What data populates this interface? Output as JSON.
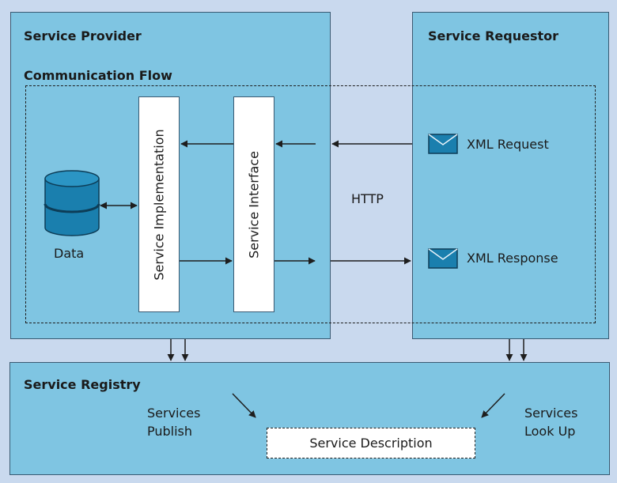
{
  "provider": {
    "title": "Service Provider",
    "flow_title": "Communication Flow",
    "data_label": "Data",
    "implementation_label": "Service Implementation",
    "interface_label": "Service Interface"
  },
  "requestor": {
    "title": "Service Requestor",
    "xml_request": "XML Request",
    "xml_response": "XML Response"
  },
  "http_label": "HTTP",
  "registry": {
    "title": "Service Registry",
    "publish_line1": "Services",
    "publish_line2": "Publish",
    "lookup_line1": "Services",
    "lookup_line2": "Look Up",
    "description_label": "Service Description"
  },
  "colors": {
    "box_fill": "#7fc5e2",
    "background": "#c9d9ee",
    "icon_fill": "#1a7fae"
  }
}
